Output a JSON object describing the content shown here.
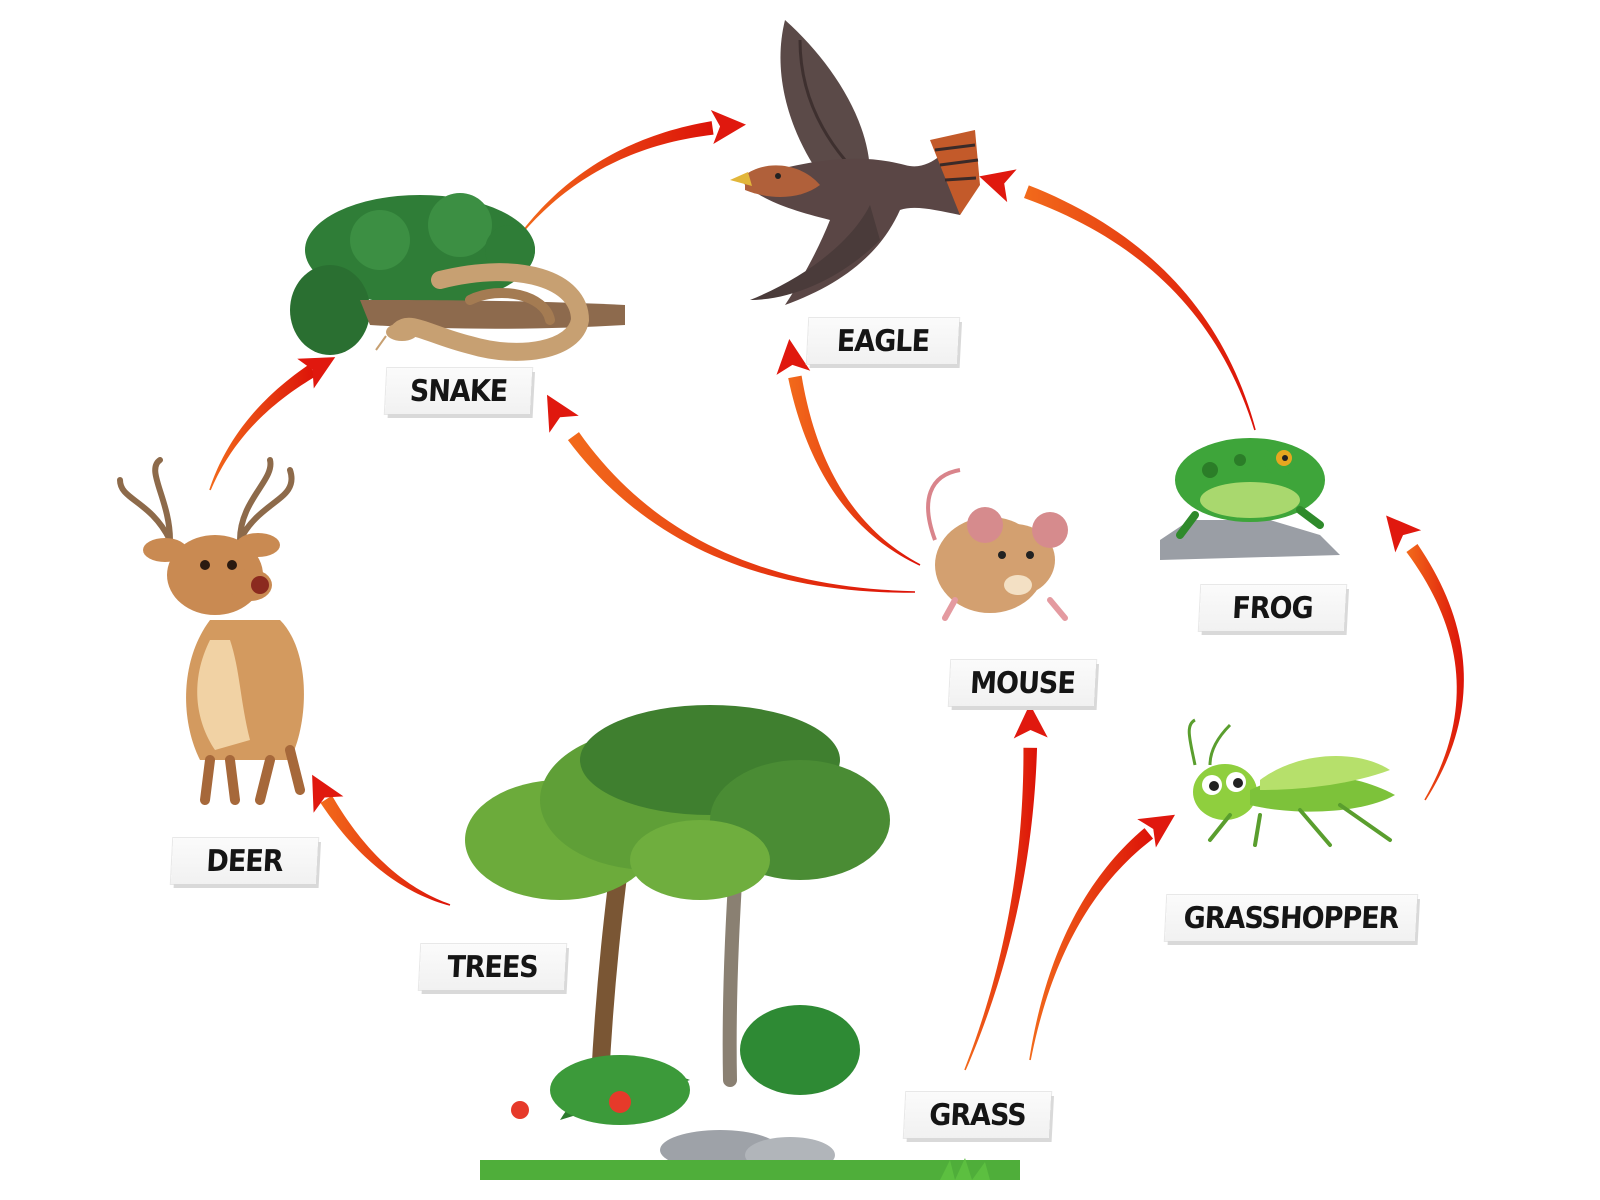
{
  "diagram": {
    "nodes": [
      {
        "id": "eagle",
        "label": "EAGLE",
        "icon": "eagle-icon"
      },
      {
        "id": "snake",
        "label": "SNAKE",
        "icon": "snake-icon"
      },
      {
        "id": "deer",
        "label": "DEER",
        "icon": "deer-icon"
      },
      {
        "id": "mouse",
        "label": "MOUSE",
        "icon": "mouse-icon"
      },
      {
        "id": "frog",
        "label": "FROG",
        "icon": "frog-icon"
      },
      {
        "id": "grasshopper",
        "label": "GRASSHOPPER",
        "icon": "grasshopper-icon"
      },
      {
        "id": "trees",
        "label": "TREES",
        "icon": "trees-icon"
      },
      {
        "id": "grass",
        "label": "GRASS",
        "icon": "grass-icon"
      }
    ],
    "edges": [
      {
        "from": "trees",
        "to": "deer"
      },
      {
        "from": "deer",
        "to": "snake"
      },
      {
        "from": "snake",
        "to": "eagle"
      },
      {
        "from": "mouse",
        "to": "snake"
      },
      {
        "from": "mouse",
        "to": "eagle"
      },
      {
        "from": "grass",
        "to": "mouse"
      },
      {
        "from": "grass",
        "to": "grasshopper"
      },
      {
        "from": "grasshopper",
        "to": "frog"
      },
      {
        "from": "frog",
        "to": "eagle"
      }
    ],
    "arrow_color": "#e0180e"
  }
}
